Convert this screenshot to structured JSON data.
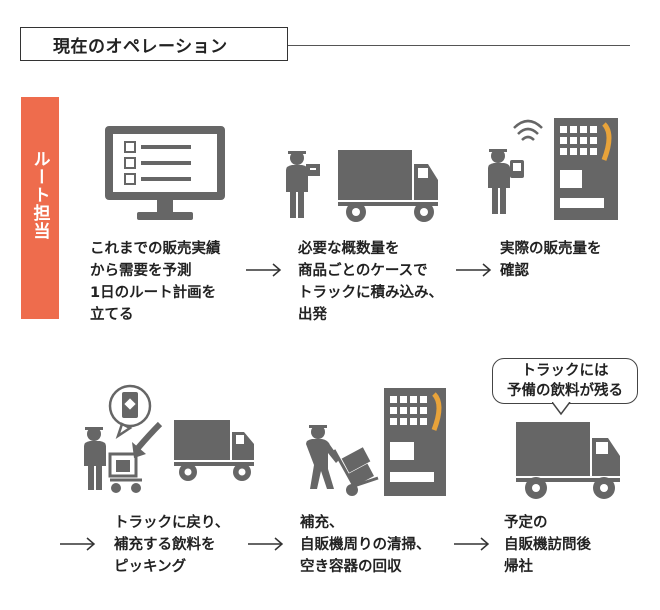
{
  "header": {
    "title": "現在のオペレーション"
  },
  "role": {
    "label": "ルート担当"
  },
  "steps": [
    {
      "text": "これまでの販売実績\nから需要を予測\n1日のルート計画を\n立てる"
    },
    {
      "text": "必要な概数量を\n商品ごとのケースで\nトラックに積み込み、\n出発"
    },
    {
      "text": "実際の販売量を\n確認"
    },
    {
      "text": "トラックに戻り、\n補充する飲料を\nピッキング"
    },
    {
      "text": "補充、\n自販機周りの清掃、\n空き容器の回収"
    },
    {
      "text": "予定の\n自販機訪問後\n帰社"
    }
  ],
  "callout": {
    "text": "トラックには\n予備の飲料が残る"
  },
  "colors": {
    "accent": "#ee6c4d",
    "icon": "#666666",
    "vending_light": "#e8a33a"
  }
}
